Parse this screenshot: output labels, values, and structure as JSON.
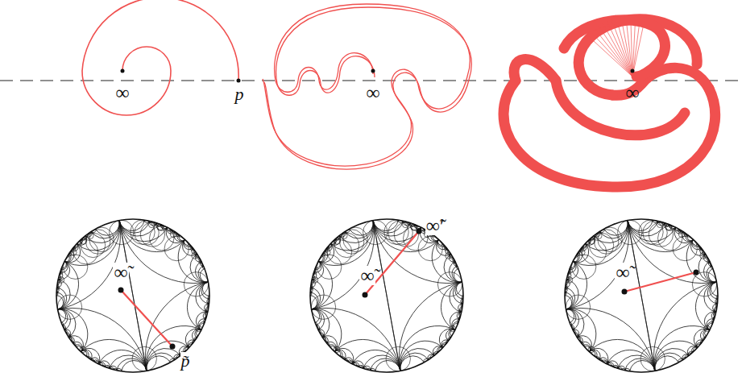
{
  "diagram": {
    "labels": [
      "∞",
      "p",
      "∞",
      "∞",
      "∞̃",
      "p̃",
      "∞̃′",
      "∞̃",
      "∞̃"
    ]
  }
}
